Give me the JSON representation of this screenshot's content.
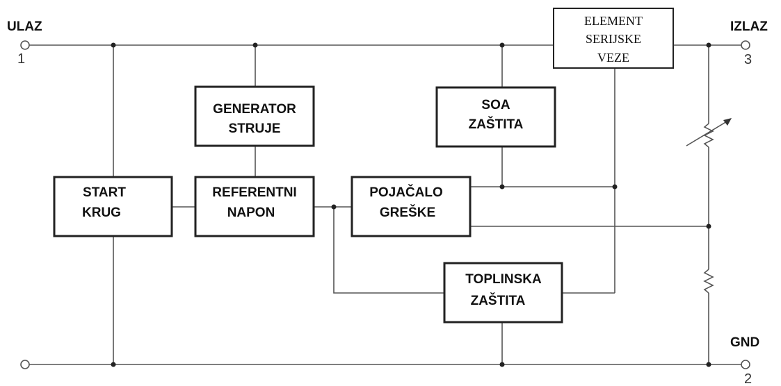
{
  "terminals": {
    "input": {
      "label": "ULAZ",
      "pin": "1"
    },
    "output": {
      "label": "IZLAZ",
      "pin": "3"
    },
    "ground": {
      "label": "GND",
      "pin": "2"
    }
  },
  "blocks": {
    "series_element": {
      "lines": [
        "ELEMENT",
        "SERIJSKE",
        "VEZE"
      ]
    },
    "current_generator": {
      "lines": [
        "GENERATOR",
        "STRUJE"
      ]
    },
    "soa_protection": {
      "lines": [
        "SOA",
        "ZAŠTITA"
      ]
    },
    "start_circuit": {
      "lines": [
        "START",
        "KRUG"
      ]
    },
    "reference_voltage": {
      "lines": [
        "REFERENTNI",
        "NAPON"
      ]
    },
    "error_amplifier": {
      "lines": [
        "POJAČALO",
        "GREŠKE"
      ]
    },
    "thermal_protection": {
      "lines": [
        "TOPLINSKA",
        "ZAŠTITA"
      ]
    }
  }
}
